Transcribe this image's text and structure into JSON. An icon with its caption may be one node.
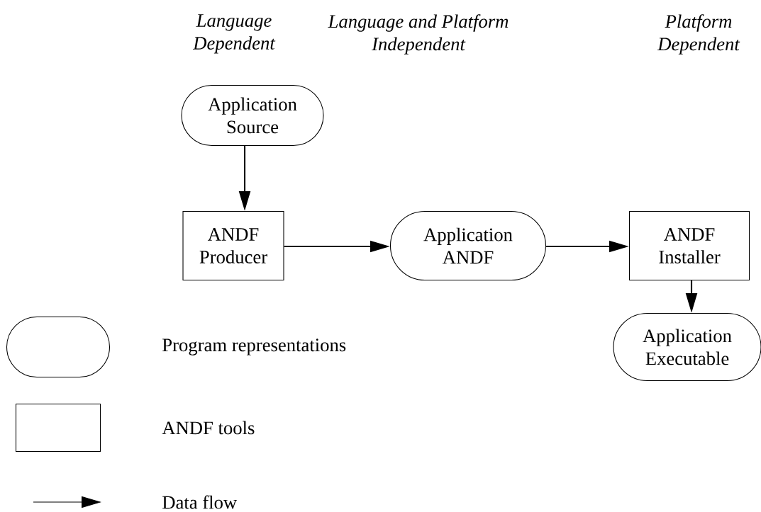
{
  "diagram": {
    "nodes": [
      {
        "text": [
          "Application Source"
        ]
      },
      {
        "text": [
          "ANDF Producer"
        ]
      },
      {
        "text": [
          "Application ANDF"
        ]
      },
      {
        "text": [
          "ANDF Installer"
        ]
      },
      {
        "text": [
          "Application Executable"
        ]
      }
    ],
    "edges": [
      {
        "from": 0,
        "to": 1,
        "arrow": "to"
      },
      {
        "from": 1,
        "to": 2,
        "arrow": "to"
      },
      {
        "from": 2,
        "to": 3,
        "arrow": "to"
      },
      {
        "from": 3,
        "to": 4,
        "arrow": "to"
      }
    ],
    "labels": [
      "Language Dependent",
      "Language and Platform Independent",
      "Platform Dependent"
    ],
    "legend": [
      {
        "text": "Program representations"
      },
      {
        "text": "ANDF tools"
      },
      {
        "text": "Data flow"
      }
    ]
  }
}
